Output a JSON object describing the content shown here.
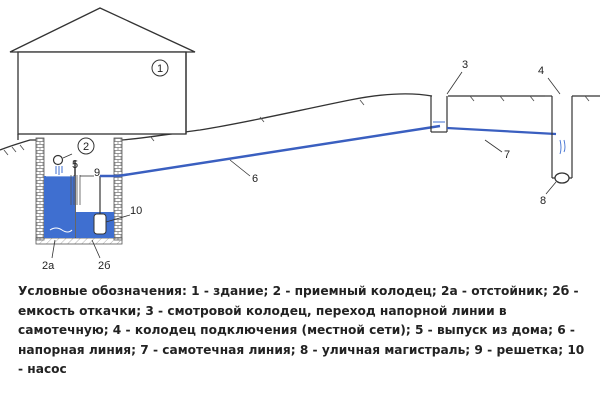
{
  "diagram": {
    "labels": {
      "building": "1",
      "receiving_well": "2",
      "settler": "2а",
      "pumping_tank": "2б",
      "inspection_well": "3",
      "connection_well": "4",
      "house_outlet": "5",
      "pressure_line": "6",
      "gravity_line": "7",
      "street_main": "8",
      "grate": "9",
      "pump": "10"
    },
    "colors": {
      "line": "#333333",
      "water": "#3f6fd0",
      "pipe": "#3a5fc0",
      "brick": "#888888"
    }
  },
  "legend": {
    "text": "Условные обозначения: 1 - здание; 2 - приемный колодец; 2а - отстойник; 2б - емкость откачки; 3 - смотровой колодец, переход напорной линии в самотечную; 4 - колодец подключения (местной сети); 5 - выпуск из дома; 6 - напорная линия; 7 - самотечная линия; 8 - уличная магистраль; 9 - решетка; 10 - насос"
  }
}
